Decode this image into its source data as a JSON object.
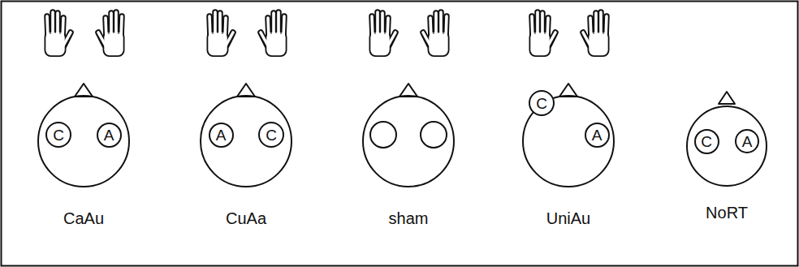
{
  "diagram": {
    "nodes": [
      {
        "text": [
          "CaAu"
        ]
      },
      {
        "text": [
          "C"
        ],
        "in": 0
      },
      {
        "text": [
          "A"
        ],
        "in": 0
      },
      {
        "text": [
          "CuAa"
        ]
      },
      {
        "text": [
          "A"
        ],
        "in": 3
      },
      {
        "text": [
          "C"
        ],
        "in": 3
      },
      {
        "text": [
          "sham"
        ]
      },
      {
        "text": [
          "UniAu"
        ]
      },
      {
        "text": [
          "C"
        ],
        "in": 7
      },
      {
        "text": [
          "A"
        ],
        "in": 7
      },
      {
        "text": [
          "NoRT"
        ]
      },
      {
        "text": [
          "C"
        ],
        "in": 10
      },
      {
        "text": [
          "A"
        ],
        "in": 10
      }
    ]
  }
}
